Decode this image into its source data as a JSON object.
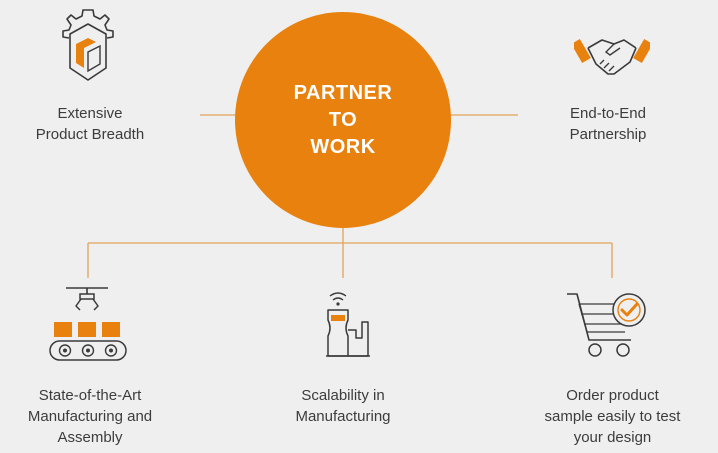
{
  "center": {
    "title": "PARTNER\nTO\nWORK"
  },
  "colors": {
    "accent": "#e8810e",
    "line": "#e0a25a",
    "icon_stroke": "#3a3a3a",
    "background": "#efefef"
  },
  "nodes": [
    {
      "id": "product-breadth",
      "label": "Extensive\nProduct Breadth",
      "icon": "cube-gear-icon"
    },
    {
      "id": "partnership",
      "label": "End-to-End\nPartnership",
      "icon": "handshake-icon"
    },
    {
      "id": "manufacturing",
      "label": "State-of-the-Art\nManufacturing and\nAssembly",
      "icon": "assembly-line-icon"
    },
    {
      "id": "scalability",
      "label": "Scalability in\nManufacturing",
      "icon": "factory-icon"
    },
    {
      "id": "order-sample",
      "label": "Order product\nsample easily to test\nyour design",
      "icon": "shopping-cart-check-icon"
    }
  ]
}
